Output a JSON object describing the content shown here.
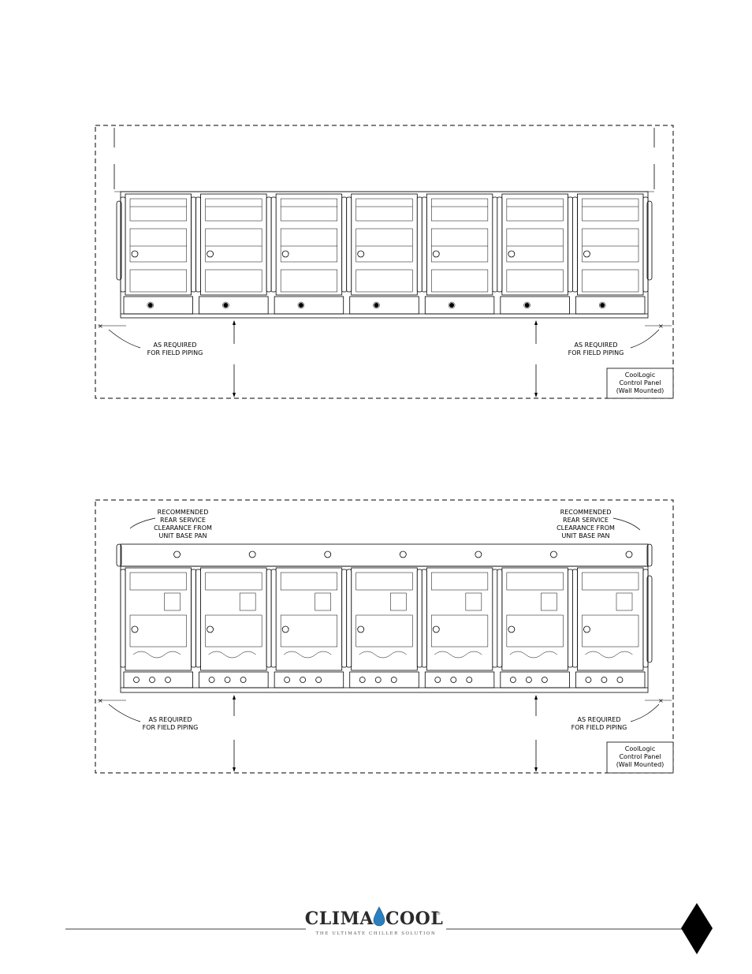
{
  "diagram_top": {
    "unit_count": 7,
    "style": "front",
    "labels": {
      "piping_left": [
        "AS REQUIRED",
        "FOR FIELD PIPING"
      ],
      "piping_right": [
        "AS REQUIRED",
        "FOR FIELD PIPING"
      ],
      "control_panel": [
        "CoolLogic",
        "Control Panel",
        "(Wall Mounted)"
      ]
    }
  },
  "diagram_bottom": {
    "unit_count": 7,
    "style": "rear",
    "labels": {
      "clearance_left": [
        "RECOMMENDED",
        "REAR SERVICE",
        "CLEARANCE FROM",
        "UNIT BASE PAN"
      ],
      "clearance_right": [
        "RECOMMENDED",
        "REAR SERVICE",
        "CLEARANCE FROM",
        "UNIT BASE PAN"
      ],
      "piping_left": [
        "AS REQUIRED",
        "FOR FIELD PIPING"
      ],
      "piping_right": [
        "AS REQUIRED",
        "FOR FIELD PIPING"
      ],
      "control_panel": [
        "CoolLogic",
        "Control Panel",
        "(Wall Mounted)"
      ]
    }
  },
  "footer": {
    "logo_left": "CLIMA",
    "logo_right": "COOL",
    "logo_reg": "®",
    "tagline": "THE ULTIMATE CHILLER SOLUTION"
  },
  "colors": {
    "line": "#000000",
    "logo_drop": "#2a7fc1"
  }
}
